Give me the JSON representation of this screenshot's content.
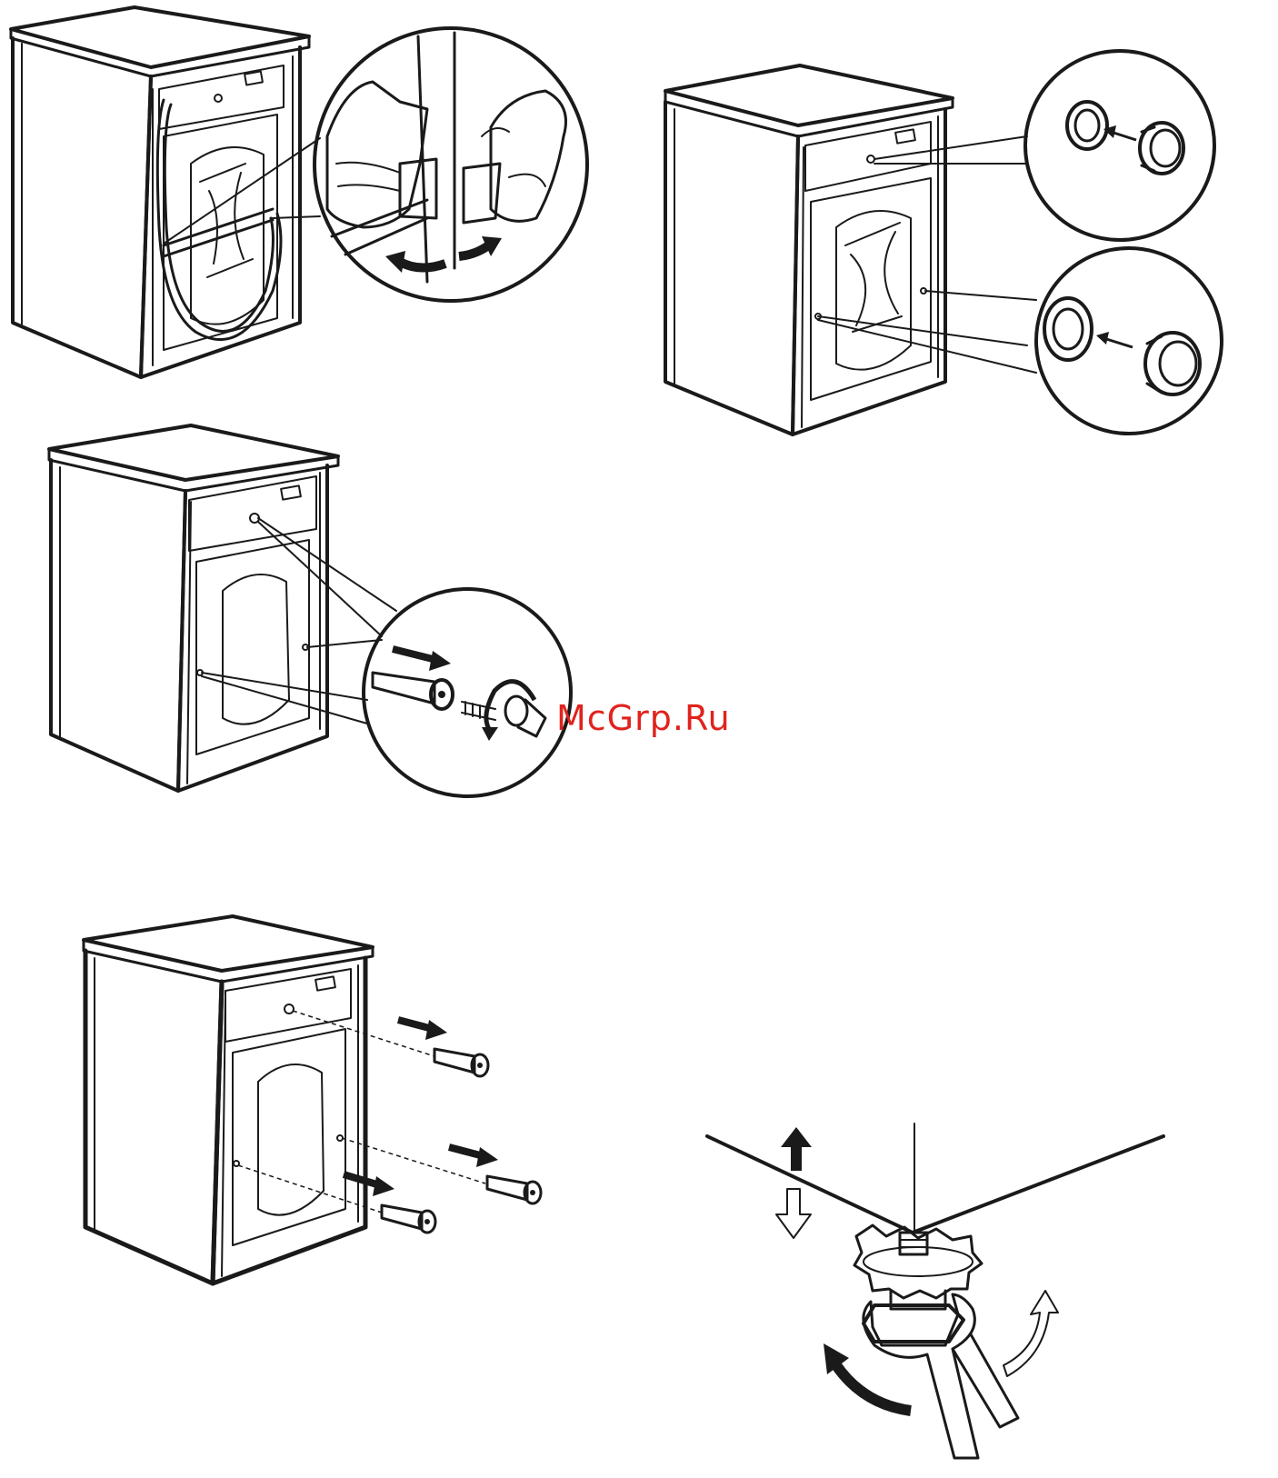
{
  "watermark": {
    "text": "McGrp.Ru",
    "color": "#e0231d"
  },
  "colors": {
    "line": "#1a1a1a",
    "background": "#ffffff",
    "fill_light": "#ffffff"
  },
  "panels": [
    {
      "id": "remove-hose-clips",
      "icons": [
        "washing-machine-icon",
        "hand-icon",
        "double-arrow-icon"
      ]
    },
    {
      "id": "insert-caps",
      "icons": [
        "washing-machine-icon",
        "plastic-cap-icon",
        "small-arrow-icon"
      ]
    },
    {
      "id": "unscrew-bolts",
      "icons": [
        "washing-machine-icon",
        "transit-bolt-icon",
        "rotate-arrow-icon"
      ]
    },
    {
      "id": "remove-bolts",
      "icons": [
        "washing-machine-icon",
        "transit-bolt-icon",
        "right-arrow-icon"
      ]
    },
    {
      "id": "adjust-feet",
      "icons": [
        "adjustable-foot-icon",
        "wrench-icon",
        "up-down-arrow-icon"
      ]
    }
  ]
}
